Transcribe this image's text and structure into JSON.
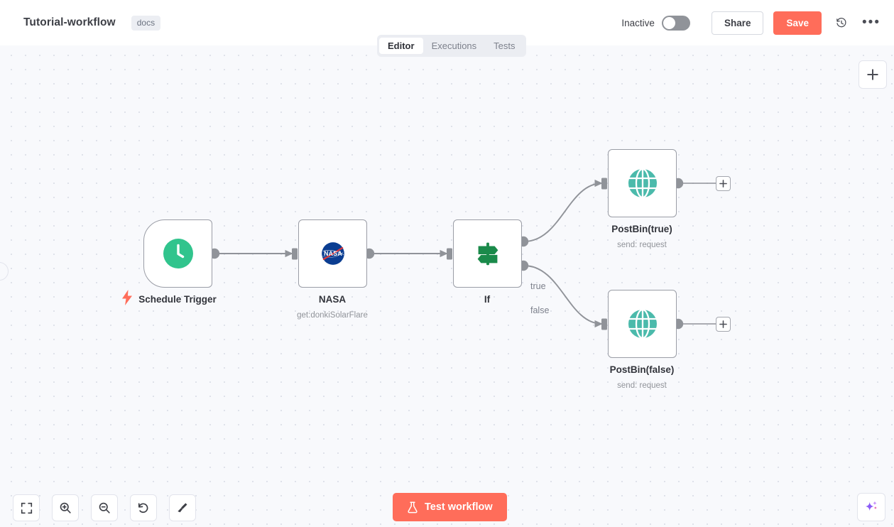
{
  "header": {
    "workflow_title": "Tutorial-workflow",
    "tag": "docs",
    "active_state_label": "Inactive",
    "share_label": "Share",
    "save_label": "Save",
    "history_icon": "history-clock-icon",
    "menu_icon": "ellipsis-icon",
    "save_color": "#ff6d5a"
  },
  "tabs": [
    {
      "label": "Editor",
      "active": true
    },
    {
      "label": "Executions",
      "active": false
    },
    {
      "label": "Tests",
      "active": false
    }
  ],
  "canvas": {
    "add_node_icon": "plus-icon",
    "nodes": [
      {
        "id": "schedule-trigger",
        "label": "Schedule Trigger",
        "subtitle": "",
        "icon": "clock-icon",
        "icon_color": "#31c48d",
        "type": "trigger",
        "trigger_icon": "lightning-bolt-icon"
      },
      {
        "id": "nasa",
        "label": "NASA",
        "subtitle": "get:donkiSolarFlare",
        "icon": "nasa-logo-icon",
        "icon_color": "#0b3d91",
        "type": "action"
      },
      {
        "id": "if",
        "label": "If",
        "subtitle": "",
        "icon": "signpost-icon",
        "icon_color": "#1a8a4a",
        "type": "conditional",
        "outputs": [
          "true",
          "false"
        ]
      },
      {
        "id": "postbin-true",
        "label": "PostBin(true)",
        "subtitle": "send: request",
        "icon": "globe-icon",
        "icon_color": "#4bbaab",
        "type": "action"
      },
      {
        "id": "postbin-false",
        "label": "PostBin(false)",
        "subtitle": "send: request",
        "icon": "globe-icon",
        "icon_color": "#4bbaab",
        "type": "action"
      }
    ],
    "connections": [
      {
        "from": "schedule-trigger",
        "to": "nasa",
        "label": ""
      },
      {
        "from": "nasa",
        "to": "if",
        "label": ""
      },
      {
        "from": "if",
        "to": "postbin-true",
        "label": "true"
      },
      {
        "from": "if",
        "to": "postbin-false",
        "label": "false"
      }
    ]
  },
  "toolbar": {
    "buttons": [
      {
        "name": "zoom-to-fit",
        "icon": "fit-screen-icon"
      },
      {
        "name": "zoom-in",
        "icon": "magnifier-plus-icon"
      },
      {
        "name": "zoom-out",
        "icon": "magnifier-minus-icon"
      },
      {
        "name": "reset-zoom",
        "icon": "undo-arrow-icon"
      },
      {
        "name": "tidy-up",
        "icon": "broom-icon"
      }
    ],
    "test_workflow_label": "Test workflow",
    "test_workflow_icon": "flask-icon",
    "test_workflow_color": "#ff6d5a",
    "ai_assistant_icon": "sparkle-icon"
  }
}
